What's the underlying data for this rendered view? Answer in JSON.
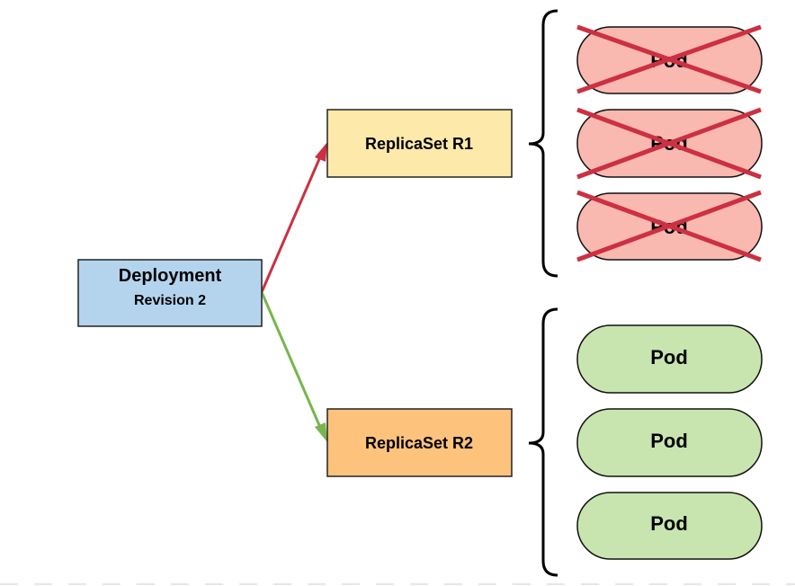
{
  "deployment": {
    "title": "Deployment",
    "subtitle": "Revision 2",
    "fill": "#b4d4ee"
  },
  "replicasets": [
    {
      "label": "ReplicaSet R1",
      "fill": "#fde9a9",
      "arrow_color": "#cc3042",
      "state": "old",
      "pods": [
        {
          "label": "Pod",
          "fill": "#f9b8b0",
          "crossed": true
        },
        {
          "label": "Pod",
          "fill": "#f9b8b0",
          "crossed": true
        },
        {
          "label": "Pod",
          "fill": "#f9b8b0",
          "crossed": true
        }
      ]
    },
    {
      "label": "ReplicaSet R2",
      "fill": "#fdc27c",
      "arrow_color": "#77b64f",
      "state": "current",
      "pods": [
        {
          "label": "Pod",
          "fill": "#c8e5b0",
          "crossed": false
        },
        {
          "label": "Pod",
          "fill": "#c8e5b0",
          "crossed": false
        },
        {
          "label": "Pod",
          "fill": "#c8e5b0",
          "crossed": false
        }
      ]
    }
  ],
  "cross_color": "#cc3042"
}
